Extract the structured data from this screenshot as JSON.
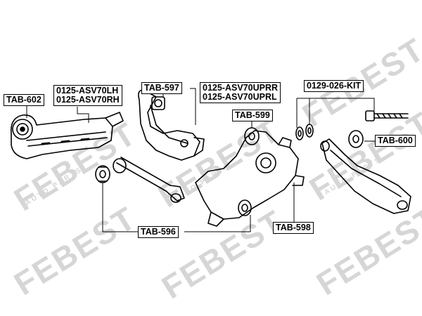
{
  "watermark": {
    "brand": "FEBEST",
    "subtitle": "AUTO PARTS"
  },
  "labels": {
    "tab_602": "TAB-602",
    "asv70_lh": "0125-ASV70LH",
    "asv70_rh": "0125-ASV70RH",
    "tab_597": "TAB-597",
    "asv70_uprr": "0125-ASV70UPRR",
    "asv70_uprl": "0125-ASV70UPRL",
    "tab_599": "TAB-599",
    "kit_0129": "0129-026-KIT",
    "tab_600": "TAB-600",
    "tab_596": "TAB-596",
    "tab_598": "TAB-598"
  }
}
